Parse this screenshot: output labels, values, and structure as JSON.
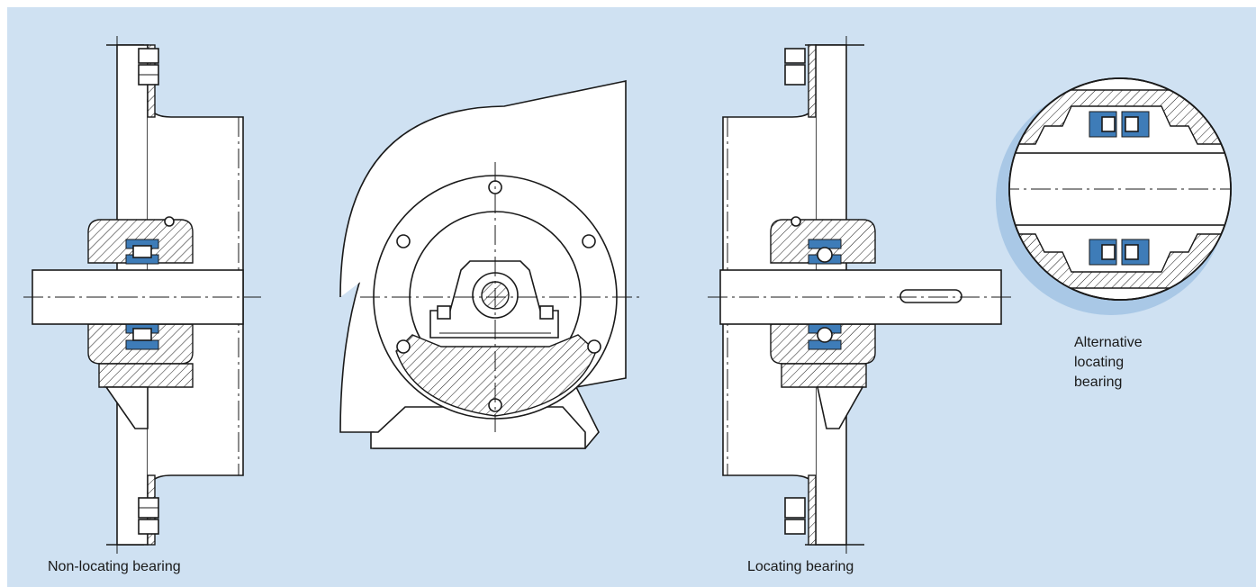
{
  "labels": {
    "non_locating": "Non-locating bearing",
    "locating": "Locating bearing",
    "alternative_line1": "Alternative",
    "alternative_line2": "locating",
    "alternative_line3": "bearing"
  },
  "colors": {
    "background": "#cfe1f2",
    "bearing_blue": "#3e7cb8",
    "line": "#1a1a1a"
  }
}
